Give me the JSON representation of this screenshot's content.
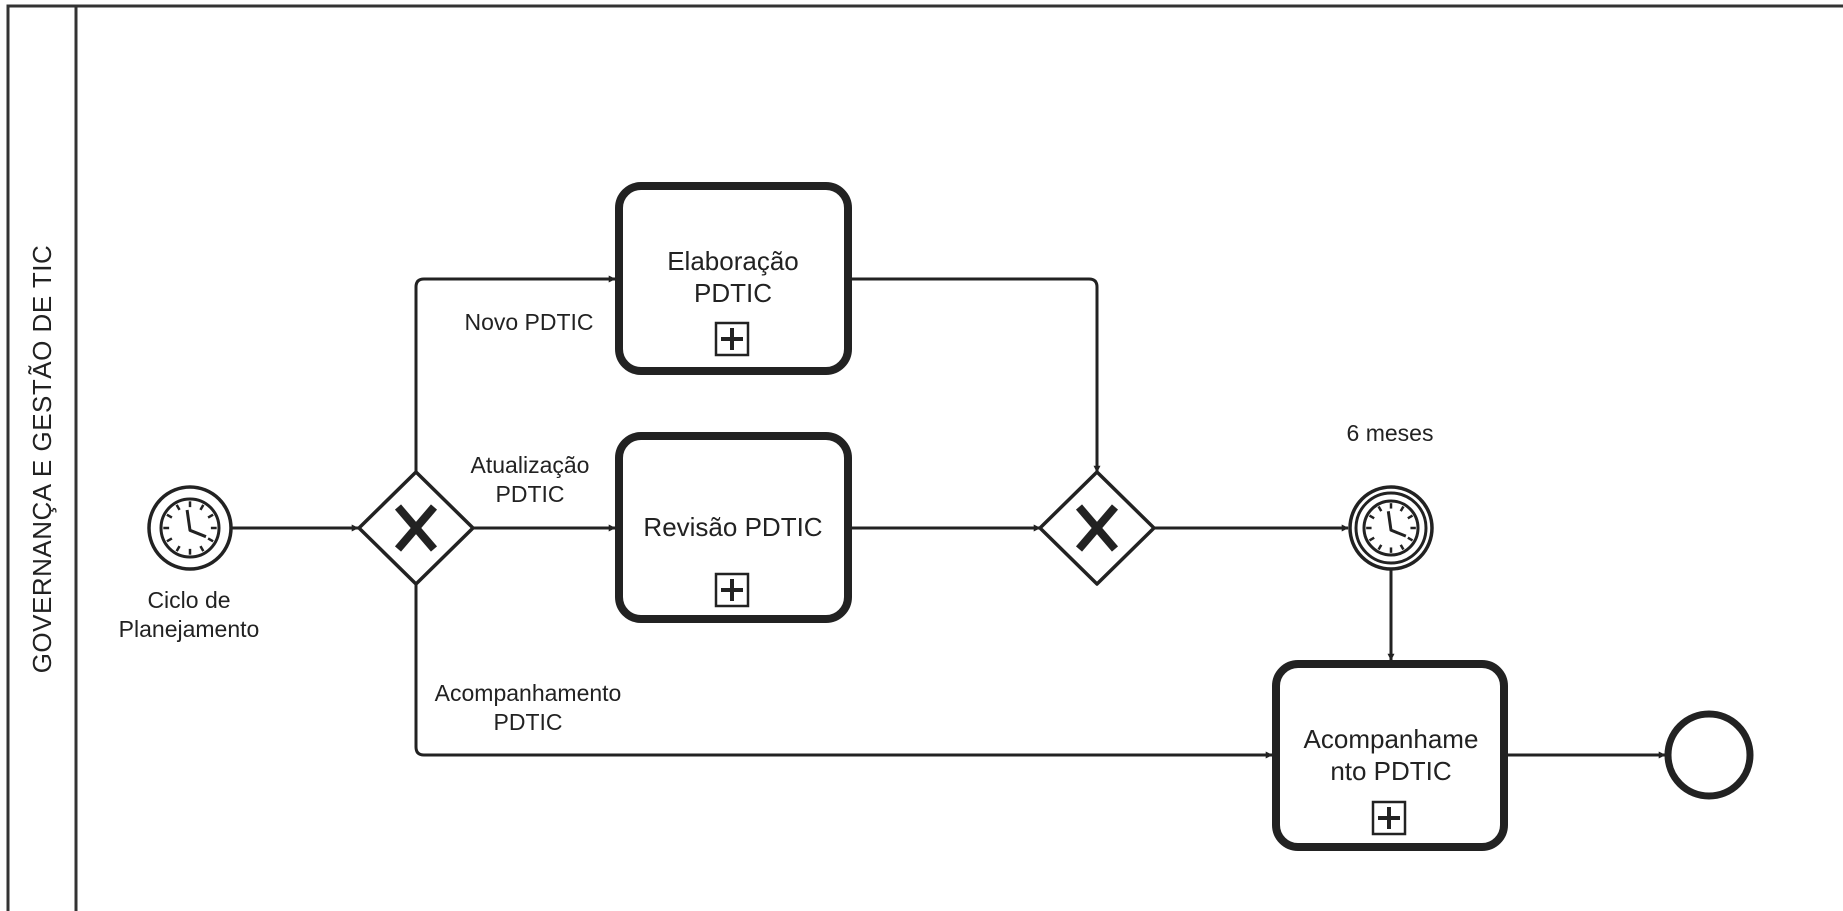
{
  "pool": {
    "lane_label": "GOVERNANÇA E GESTÃO DE TIC"
  },
  "events": {
    "start": {
      "label_lines": [
        "Ciclo de",
        "Planejamento"
      ],
      "icon": "clock-icon"
    },
    "intermediate_timer": {
      "label": "6 meses",
      "icon": "clock-icon"
    },
    "end": {
      "label": ""
    }
  },
  "gateways": {
    "split": {
      "type": "exclusive",
      "marker": "X"
    },
    "merge": {
      "type": "exclusive",
      "marker": "X"
    }
  },
  "tasks": {
    "elaboracao": {
      "label_lines": [
        "Elaboração",
        "PDTIC"
      ],
      "marker": "subprocess-plus-icon"
    },
    "revisao": {
      "label_lines": [
        "Revisão PDTIC"
      ],
      "marker": "subprocess-plus-icon"
    },
    "acompanhamento": {
      "label_lines": [
        "Acompanhame",
        "nto PDTIC"
      ],
      "marker": "subprocess-plus-icon"
    }
  },
  "flows": {
    "novo": {
      "label_lines": [
        "Novo PDTIC"
      ]
    },
    "atualizacao": {
      "label_lines": [
        "Atualização",
        "PDTIC"
      ]
    },
    "acompanhamento": {
      "label_lines": [
        "Acompanhamento",
        "PDTIC"
      ]
    }
  },
  "colors": {
    "stroke": "#222222",
    "background": "#ffffff"
  }
}
